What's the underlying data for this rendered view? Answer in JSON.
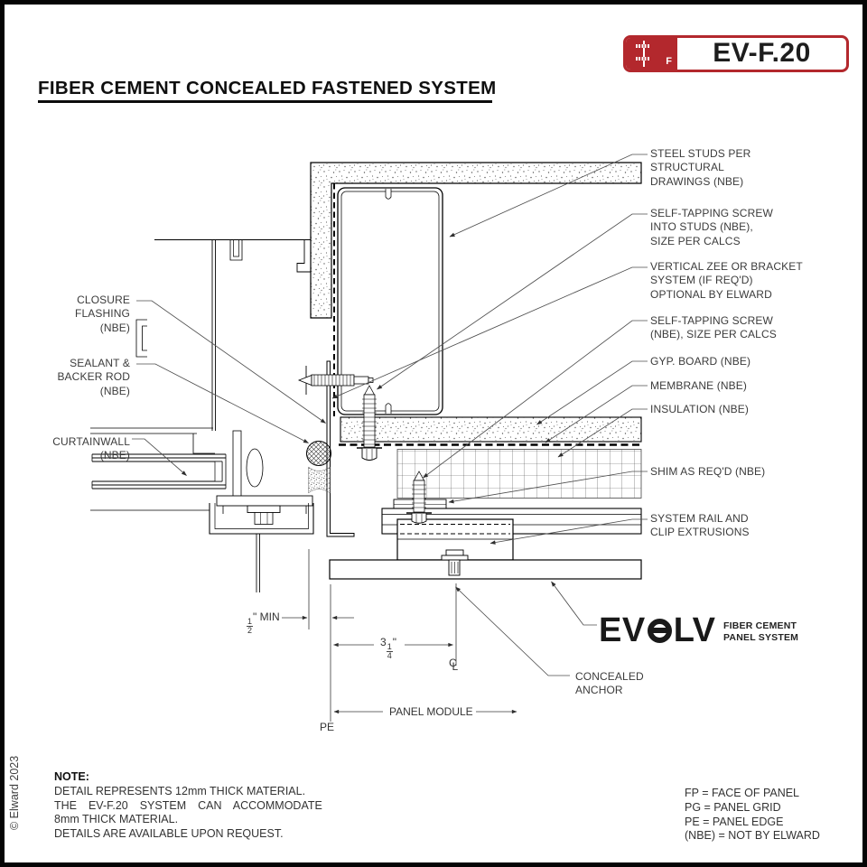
{
  "header": {
    "title": "FIBER CEMENT CONCEALED FASTENED SYSTEM",
    "badge": {
      "code": "EV-F.20",
      "icon_letter": "F",
      "accent_color": "#b3282d"
    }
  },
  "copyright": "© Elward 2023",
  "callouts_right": [
    {
      "text": "STEEL STUDS PER\nSTRUCTURAL\nDRAWINGS (NBE)"
    },
    {
      "text": "SELF-TAPPING SCREW\nINTO STUDS (NBE),\nSIZE PER CALCS"
    },
    {
      "text": "VERTICAL ZEE OR BRACKET\nSYSTEM (IF REQ'D)\nOPTIONAL BY ELWARD"
    },
    {
      "text": "SELF-TAPPING SCREW\n(NBE), SIZE PER CALCS"
    },
    {
      "text": "GYP. BOARD (NBE)"
    },
    {
      "text": "MEMBRANE (NBE)"
    },
    {
      "text": "INSULATION (NBE)"
    },
    {
      "text": "SHIM AS REQ'D (NBE)"
    },
    {
      "text": "SYSTEM RAIL AND\nCLIP EXTRUSIONS"
    }
  ],
  "callouts_left": [
    {
      "text": "CLOSURE\nFLASHING\n(NBE)"
    },
    {
      "text": "SEALANT &\nBACKER ROD\n(NBE)"
    },
    {
      "text": "CURTAINWALL\n(NBE)"
    }
  ],
  "callouts_bottom": {
    "concealed_anchor": "CONCEALED\nANCHOR"
  },
  "dimensions": {
    "half_min": {
      "num": "1",
      "den": "2",
      "label": "\" MIN"
    },
    "offset": {
      "whole": "3",
      "num": "1",
      "den": "4",
      "label": "\""
    },
    "centerline": {
      "c": "C",
      "l": "L"
    },
    "panel_module": "PANEL MODULE",
    "panel_edge": "PE"
  },
  "logo": {
    "left": "EV",
    "right": "LV",
    "tagline_line1": "FIBER CEMENT",
    "tagline_line2": "PANEL SYSTEM"
  },
  "notes": {
    "heading": "NOTE:",
    "lines": [
      "DETAIL REPRESENTS 12mm THICK MATERIAL.",
      "THE EV-F.20 SYSTEM CAN ACCOMMODATE",
      "8mm THICK MATERIAL.",
      "DETAILS ARE AVAILABLE UPON REQUEST."
    ]
  },
  "legend": {
    "lines": [
      "FP = FACE OF PANEL",
      "PG = PANEL GRID",
      "PE = PANEL EDGE",
      "(NBE) = NOT BY ELWARD"
    ]
  }
}
